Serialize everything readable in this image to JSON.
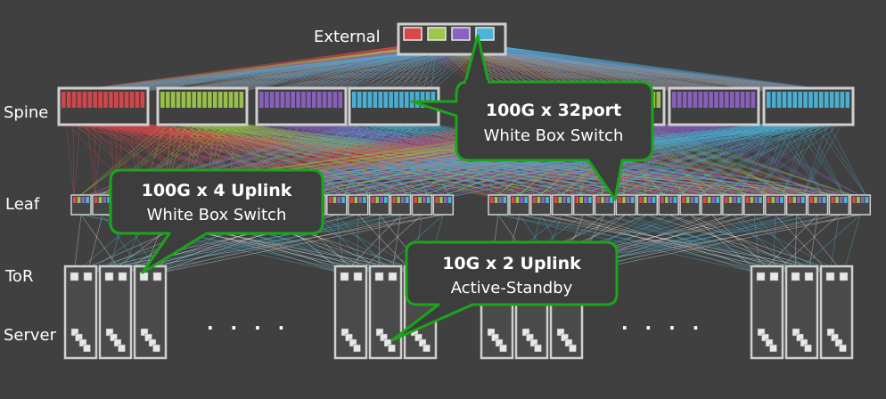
{
  "labels": {
    "external": "External",
    "spine": "Spine",
    "leaf": "Leaf",
    "tor": "ToR",
    "server": "Server"
  },
  "callouts": {
    "spine_switch": {
      "line1": "100G x 32port",
      "line2": "White Box Switch"
    },
    "leaf_switch": {
      "line1": "100G x 4 Uplink",
      "line2": "White Box Switch"
    },
    "tor_uplink": {
      "line1": "10G x 2 Uplink",
      "line2": "Active-Standby"
    }
  },
  "ellipsis": ". . . .",
  "colors": {
    "background": "#404040",
    "red": "#d9474b",
    "green": "#9cc74a",
    "purple": "#8a62c2",
    "blue": "#4bb4d8",
    "callout_border": "#1aa51a",
    "box_border": "#cfcfcf"
  },
  "external_ports": [
    "red",
    "green",
    "purple",
    "blue"
  ],
  "spine_groups": [
    "red",
    "green",
    "purple",
    "blue",
    "red",
    "green",
    "purple",
    "blue"
  ]
}
